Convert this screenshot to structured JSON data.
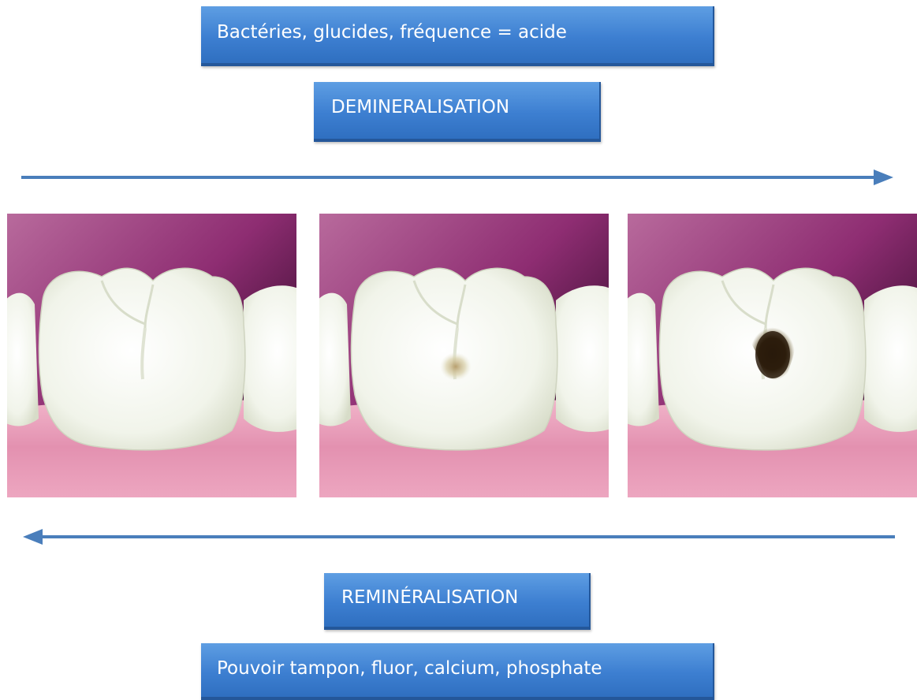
{
  "labels": {
    "top_cause": "Bactéries, glucides, fréquence = acide",
    "top_process": "DEMINERALISATION",
    "bottom_process": "REMINÉRALISATION",
    "bottom_cause": "Pouvoir tampon, fluor, calcium, phosphate"
  },
  "stages": [
    {
      "lesion": "none"
    },
    {
      "lesion": "white-brown spot"
    },
    {
      "lesion": "dark cavity"
    }
  ],
  "colors": {
    "box": "#3d7fd1",
    "arrow": "#4a7ebb",
    "background_top": "#8e2d72",
    "gum": "#e391b0",
    "tooth": "#f4f6ee"
  }
}
